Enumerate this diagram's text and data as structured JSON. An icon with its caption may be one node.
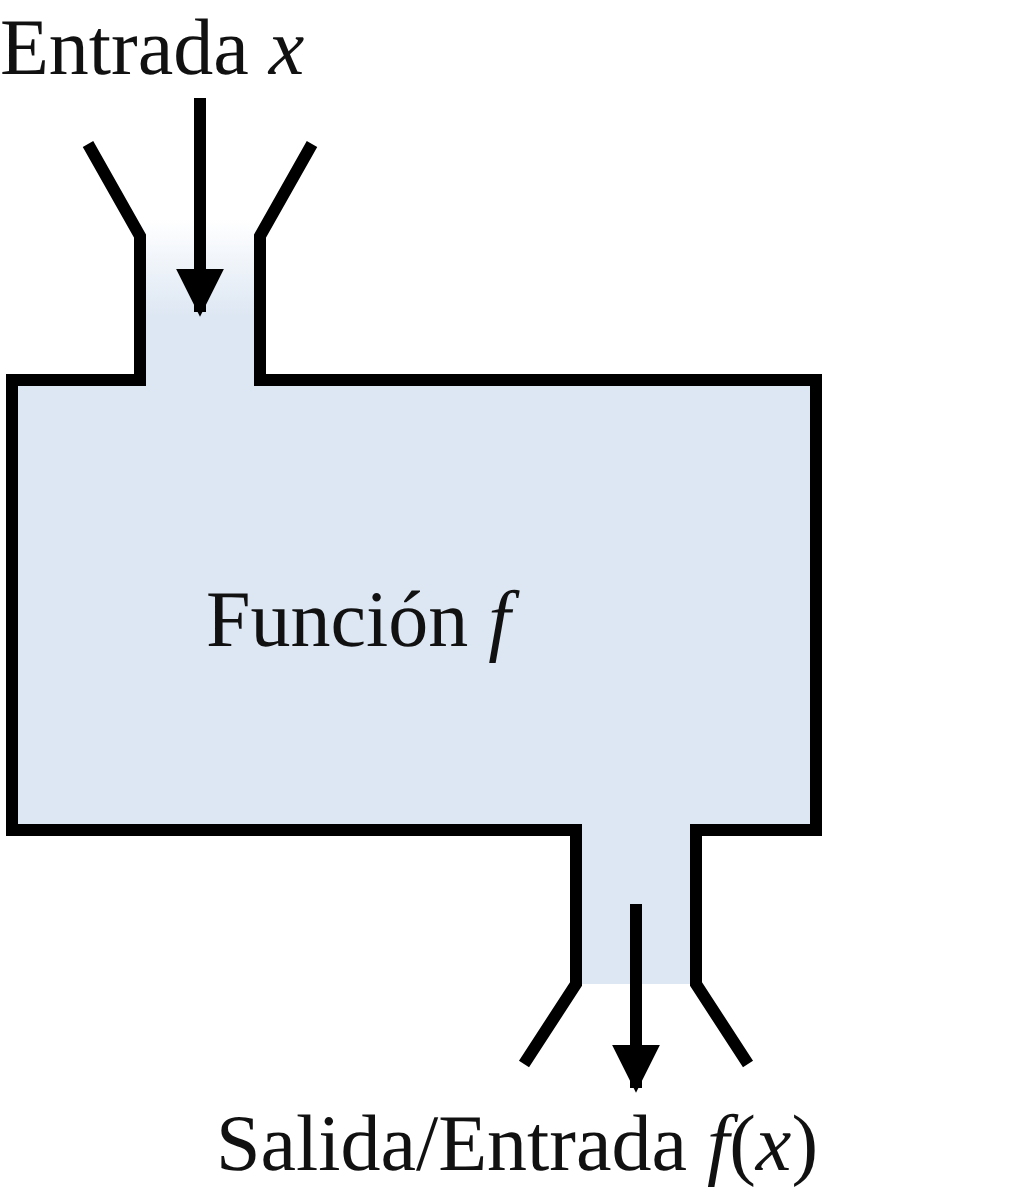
{
  "diagram": {
    "nodes": [
      {
        "text": [
          "Entrada *x*"
        ]
      },
      {
        "text": [
          "Función *f*"
        ]
      },
      {
        "text": [
          "Salida/Entrada *f*(*x*)"
        ]
      }
    ],
    "edges": [
      {
        "from": 0,
        "to": 1,
        "arrow": "to"
      },
      {
        "from": 1,
        "to": 2,
        "arrow": "to"
      }
    ]
  }
}
